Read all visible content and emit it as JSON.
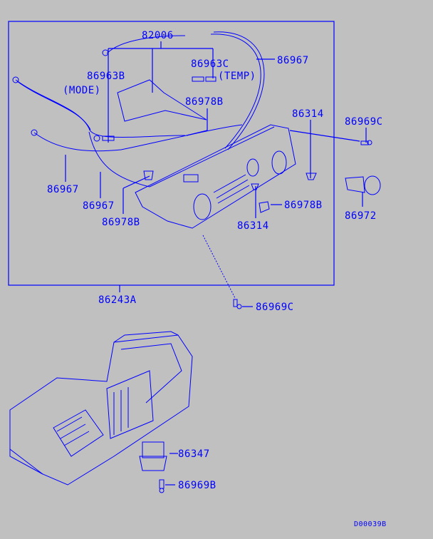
{
  "diagram": {
    "title": "Heater control and cables parts diagram",
    "colors": {
      "background": "#c0c0c0",
      "ink": "#0000ff"
    },
    "part_labels": [
      {
        "id": "p82006",
        "text": "82006"
      },
      {
        "id": "p86967_top",
        "text": "86967"
      },
      {
        "id": "p86963B",
        "text": "86963B"
      },
      {
        "id": "p86963C",
        "text": "86963C"
      },
      {
        "id": "mode",
        "text": "(MODE)"
      },
      {
        "id": "temp",
        "text": "(TEMP)"
      },
      {
        "id": "p86978B_top",
        "text": "86978B"
      },
      {
        "id": "p86314_top",
        "text": "86314"
      },
      {
        "id": "p86969C_top",
        "text": "86969C"
      },
      {
        "id": "p86967_left",
        "text": "86967"
      },
      {
        "id": "p86967_mid",
        "text": "86967"
      },
      {
        "id": "p86978B_left",
        "text": "86978B"
      },
      {
        "id": "p86314_bottom",
        "text": "86314"
      },
      {
        "id": "p86978B_right",
        "text": "86978B"
      },
      {
        "id": "p86972",
        "text": "86972"
      },
      {
        "id": "p86243A",
        "text": "86243A"
      },
      {
        "id": "p86969C_bottom",
        "text": "86969C"
      },
      {
        "id": "p86347",
        "text": "86347"
      },
      {
        "id": "p86969B",
        "text": "86969B"
      }
    ],
    "reference_code": "D00039B"
  }
}
